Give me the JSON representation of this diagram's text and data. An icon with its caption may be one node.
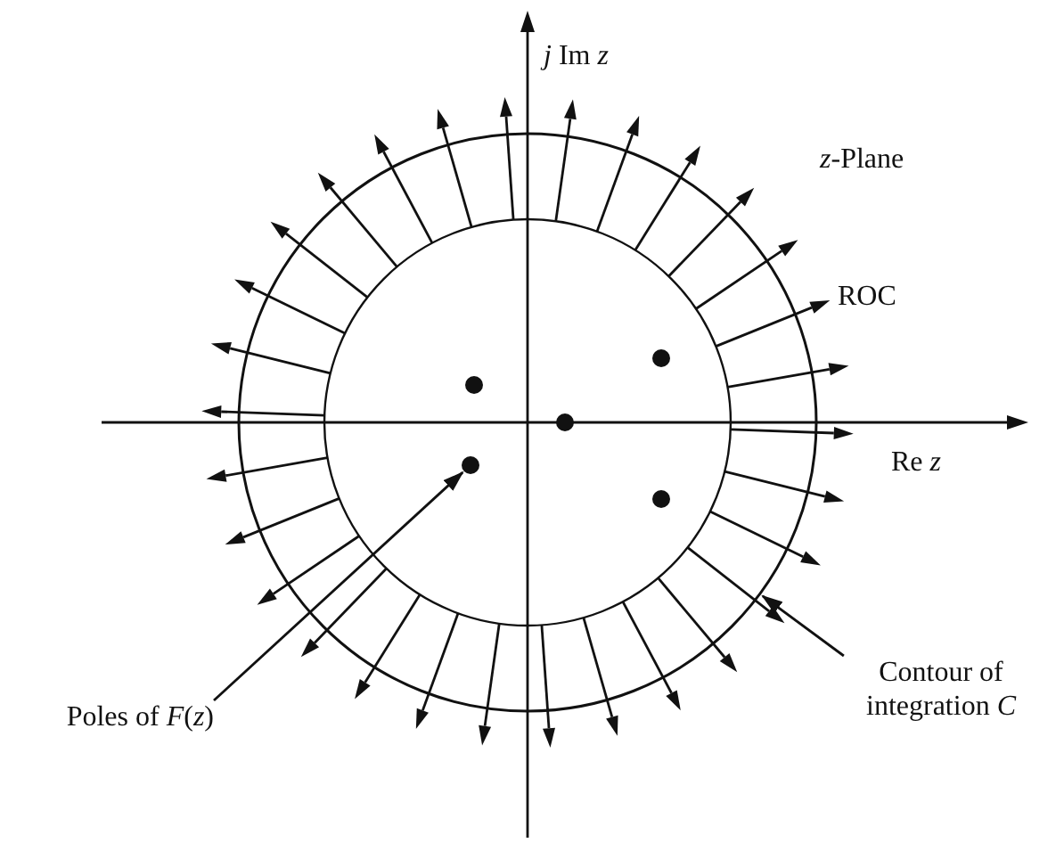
{
  "diagram": {
    "nodes": [
      {
        "text": [],
        "shape": "circle"
      },
      {
        "text": [],
        "shape": "circle",
        "in": 0
      },
      {
        "text": [],
        "shape": "circle",
        "in": 0
      },
      {
        "text": [],
        "shape": "circle",
        "in": 0
      },
      {
        "text": [],
        "shape": "circle",
        "in": 0
      },
      {
        "text": [],
        "shape": "circle",
        "in": 0
      },
      {
        "text": [
          "Poles of *F*(*z*)"
        ]
      },
      {
        "text": [
          "Contour of integration *C*"
        ]
      }
    ],
    "edges": [
      {
        "from": 6,
        "to": 4,
        "arrow": "to"
      },
      {
        "from": 7,
        "to": 0,
        "arrow": "to"
      }
    ],
    "labels": [
      "*j* Im *z*",
      "*z*-Plane",
      "ROC",
      "Re *z*"
    ]
  }
}
